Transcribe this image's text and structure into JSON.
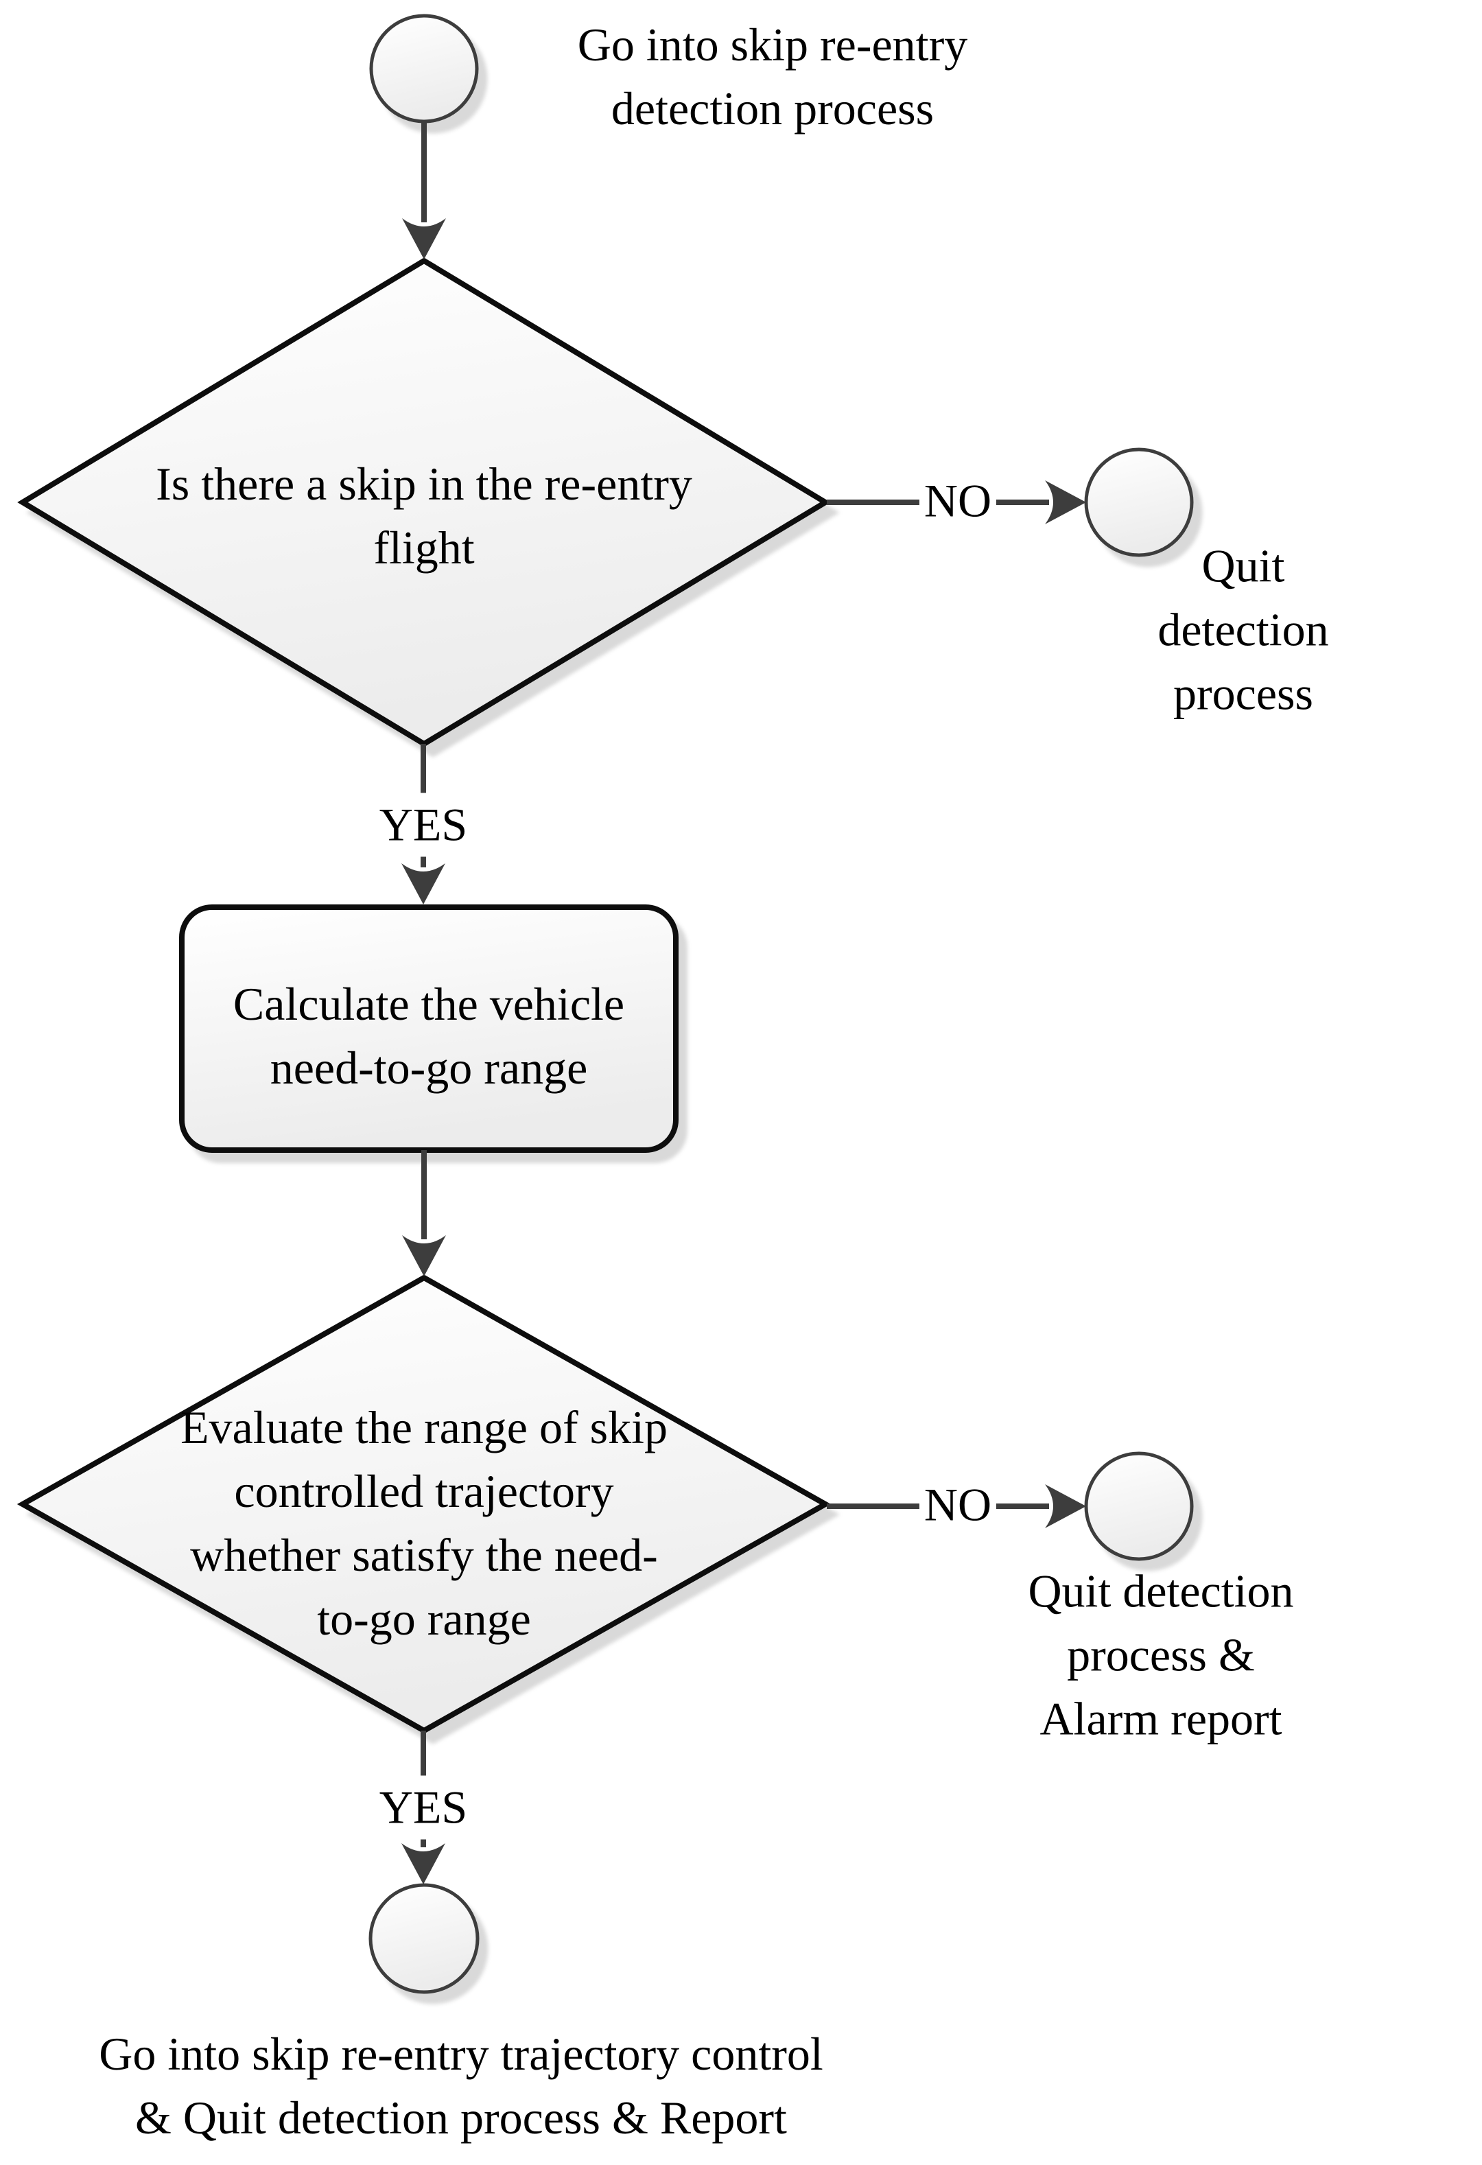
{
  "diagram": {
    "title": "skip re-entry detection flowchart",
    "colors": {
      "background": "#ffffff",
      "connector": "#3d3d3d",
      "shape_border": "#0d0d0d",
      "circle_border": "#3d3d3d",
      "fill_top": "#ffffff",
      "fill_bottom": "#ececec",
      "shadow": "#d9d9d9",
      "text": "#000000"
    },
    "nodes": {
      "start_label": "Go into skip re-entry\ndetection process",
      "decision1_label": "Is there a skip in the re-entry\nflight",
      "quit1_label": "Quit detection process",
      "process1_label": "Calculate the vehicle\nneed-to-go range",
      "decision2_label": "Evaluate the range of skip\ncontrolled trajectory\nwhether satisfy the need-\nto-go range",
      "quit2_label": "Quit detection process &\nAlarm report",
      "end_label": "Go into skip re-entry trajectory control\n& Quit detection process & Report"
    },
    "edges": {
      "no1_label": "NO",
      "yes1_label": "YES",
      "no2_label": "NO",
      "yes2_label": "YES"
    }
  }
}
